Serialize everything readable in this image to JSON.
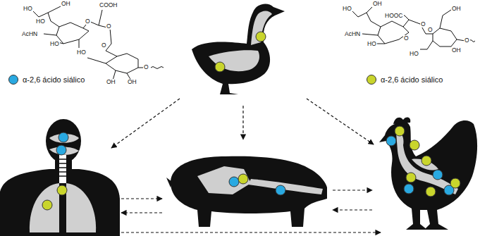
{
  "diagram": {
    "labels": [
      "HO",
      "OH",
      "COOH",
      "HO",
      "O",
      "O",
      "AcHN",
      "HO",
      "O",
      "HO",
      "OH",
      "O",
      "OH",
      "HO",
      "OH",
      "HOOC",
      "O",
      "AcHN",
      "HO",
      "O",
      "HO",
      "OH",
      "O",
      "O",
      "OH"
    ],
    "legend": [
      {
        "text": "α-2,6 ácido siálico",
        "color": "#29a9e1"
      },
      {
        "text": "α-2,6 ácido siálico",
        "color": "#c9d52c"
      }
    ]
  }
}
